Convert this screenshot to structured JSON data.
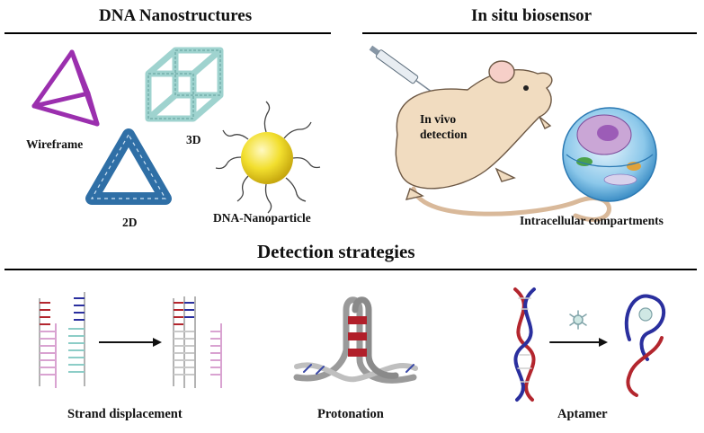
{
  "sections": {
    "nanostructures": {
      "title": "DNA Nanostructures",
      "items": {
        "wireframe": "Wireframe",
        "three_d": "3D",
        "two_d": "2D",
        "nanoparticle": "DNA-Nanoparticle"
      }
    },
    "biosensor": {
      "title": "In situ biosensor",
      "in_vivo": [
        "In vivo",
        "detection"
      ],
      "intracellular": "Intracellular compartments"
    },
    "strategies": {
      "title": "Detection strategies",
      "items": {
        "strand": "Strand displacement",
        "protonation": "Protonation",
        "aptamer": "Aptamer"
      }
    }
  },
  "colors": {
    "wireframe": "#9b2fae",
    "cube": "#9fd3cf",
    "triangle": "#2f6fa6",
    "nanoparticle": "#f2df2e",
    "mouse": "#f1dcc0",
    "red_strand": "#b3262e",
    "blue_strand": "#2a2f9e",
    "pink_strand": "#d9a3d1",
    "teal_strand": "#8ccdc7"
  }
}
